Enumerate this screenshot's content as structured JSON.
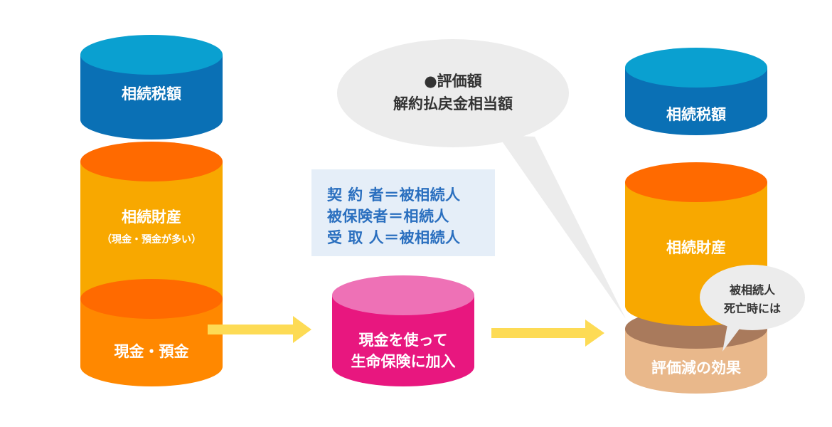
{
  "colors": {
    "tax_side": "#0a70b5",
    "tax_top": "#0aa0d0",
    "asset_side": "#f8a800",
    "asset_top": "#ff6a00",
    "cash_side": "#ff8800",
    "cash_top": "#ff6a00",
    "insurance_side": "#e8177f",
    "insurance_top": "#ee71b6",
    "effect_side": "#e9b88b",
    "effect_top": "#a97a5c",
    "arrow": "#fddb55",
    "bubble": "#ececec",
    "condition_box": "#e5eef8",
    "condition_text": "#2a6fbf"
  },
  "left": {
    "tax": "相続税額",
    "assets": "相続財産",
    "assets_note": "（現金・預金が多い）",
    "cash": "現金・預金"
  },
  "middle": {
    "conditions": [
      "契 約 者＝被相続人",
      "被保険者＝相続人",
      "受 取 人＝被相続人"
    ],
    "insurance_line1": "現金を使って",
    "insurance_line2": "生命保険に加入"
  },
  "valuation": {
    "line1": "●評価額",
    "line2": "解約払戻金相当額"
  },
  "right": {
    "tax": "相続税額",
    "assets": "相続財産",
    "effect": "評価減の効果",
    "death_line1": "被相続人",
    "death_line2": "死亡時には"
  }
}
